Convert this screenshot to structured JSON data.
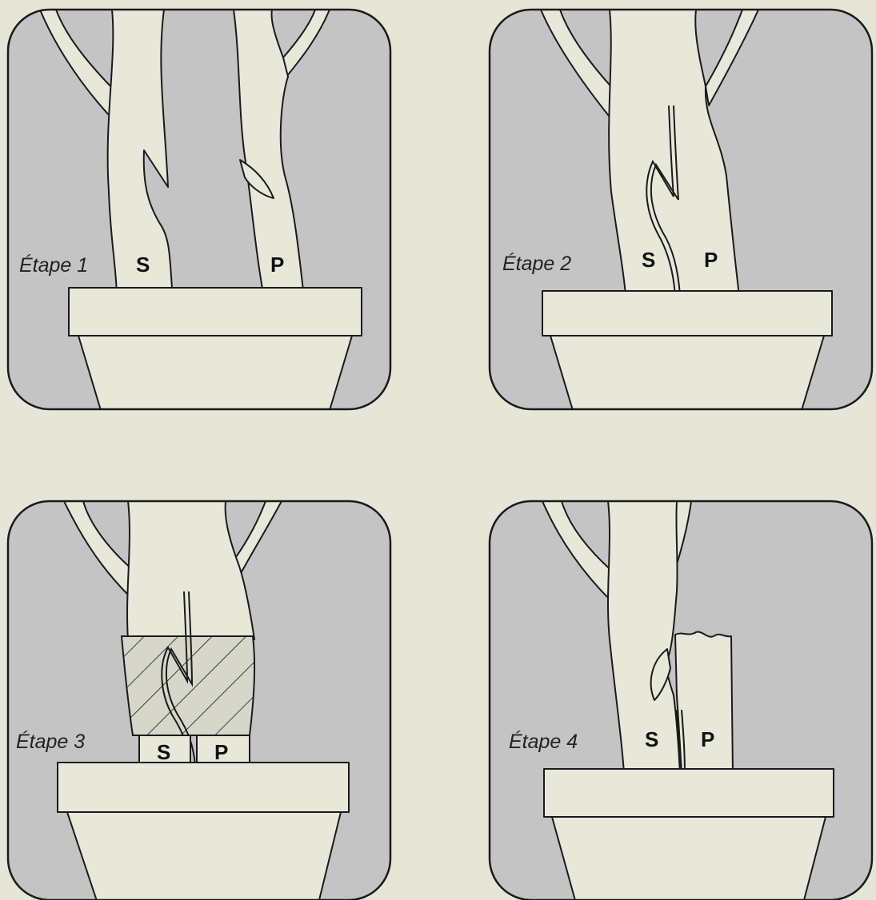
{
  "colors": {
    "page_background": "#e6e6d8",
    "panel_background": "#c4c4c4",
    "plant_fill": "#e8e8da",
    "outline": "#1a1a1a"
  },
  "panels": [
    {
      "step_label": "Étape 1",
      "stock_label": "S",
      "scion_label": "P"
    },
    {
      "step_label": "Étape 2",
      "stock_label": "S",
      "scion_label": "P"
    },
    {
      "step_label": "Étape 3",
      "stock_label": "S",
      "scion_label": "P"
    },
    {
      "step_label": "Étape 4",
      "stock_label": "S",
      "scion_label": "P"
    }
  ]
}
